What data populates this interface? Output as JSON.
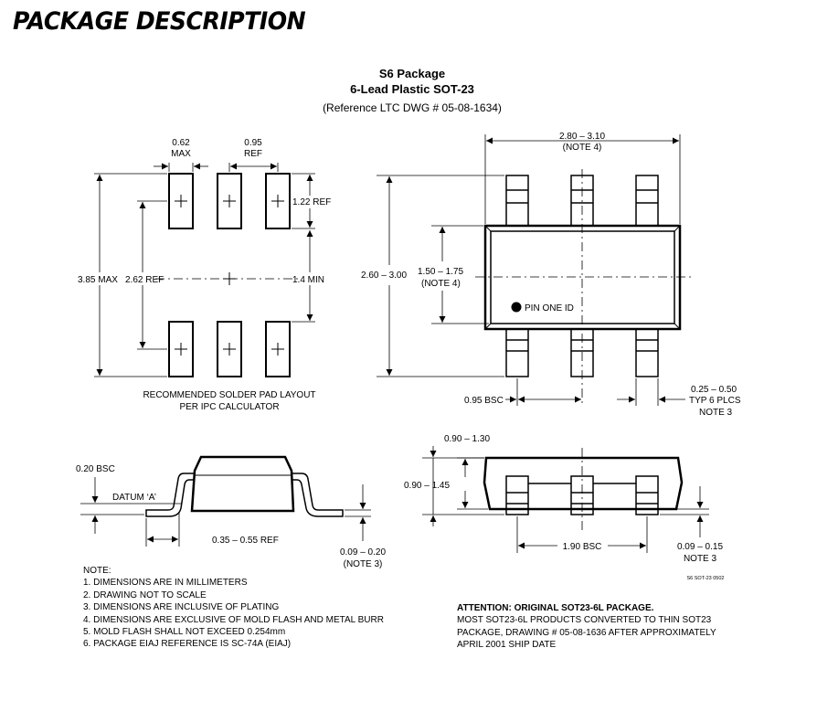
{
  "page": {
    "title": "PACKAGE DESCRIPTION"
  },
  "header": {
    "line1": "S6 Package",
    "line2": "6-Lead Plastic SOT-23",
    "line3": "(Reference LTC DWG # 05-08-1634)"
  },
  "pad_layout": {
    "dim_width": {
      "line1": "0.62",
      "line2": "MAX"
    },
    "dim_pitch": {
      "line1": "0.95",
      "line2": "REF"
    },
    "dim_pad_height": "1.22 REF",
    "dim_gap": "1.4 MIN",
    "dim_inner": "2.62 REF",
    "dim_outer": "3.85 MAX",
    "caption": {
      "line1": "RECOMMENDED SOLDER PAD LAYOUT",
      "line2": "PER IPC CALCULATOR"
    }
  },
  "top_view": {
    "dim_length": {
      "line1": "2.80 – 3.10",
      "line2": "(NOTE 4)"
    },
    "dim_total_height": "2.60 – 3.00",
    "dim_body_height": {
      "line1": "1.50 – 1.75",
      "line2": "(NOTE 4)"
    },
    "pin_one": "PIN ONE ID",
    "dim_pitch": "0.95 BSC",
    "dim_lead_width": {
      "line1": "0.25 – 0.50",
      "line2": "TYP 6 PLCS",
      "line3": "NOTE 3"
    }
  },
  "side_view": {
    "dim_bsc": "0.20 BSC",
    "datum": "DATUM ‘A’",
    "dim_foot": "0.35 – 0.55 REF",
    "dim_thickness": {
      "line1": "0.09 – 0.20",
      "line2": "(NOTE 3)"
    }
  },
  "end_view": {
    "dim_top": "0.90 – 1.30",
    "dim_height": "0.90 – 1.45",
    "dim_bsc": "1.90 BSC",
    "dim_right": {
      "line1": "0.09 – 0.15",
      "line2": "NOTE 3"
    },
    "drawing_id": "S6 SOT-23 0502"
  },
  "notes": [
    "NOTE:",
    "1. DIMENSIONS ARE IN MILLIMETERS",
    "2. DRAWING NOT TO SCALE",
    "3. DIMENSIONS ARE INCLUSIVE OF PLATING",
    "4. DIMENSIONS ARE EXCLUSIVE OF MOLD FLASH AND METAL BURR",
    "5. MOLD FLASH SHALL NOT EXCEED 0.254mm",
    "6. PACKAGE EIAJ REFERENCE IS SC-74A (EIAJ)"
  ],
  "attention": {
    "heading": "ATTENTION: ORIGINAL SOT23-6L PACKAGE.",
    "lines": [
      "MOST SOT23-6L PRODUCTS CONVERTED TO THIN SOT23",
      "PACKAGE, DRAWING # 05-08-1636 AFTER APPROXIMATELY",
      "APRIL 2001 SHIP DATE"
    ]
  }
}
